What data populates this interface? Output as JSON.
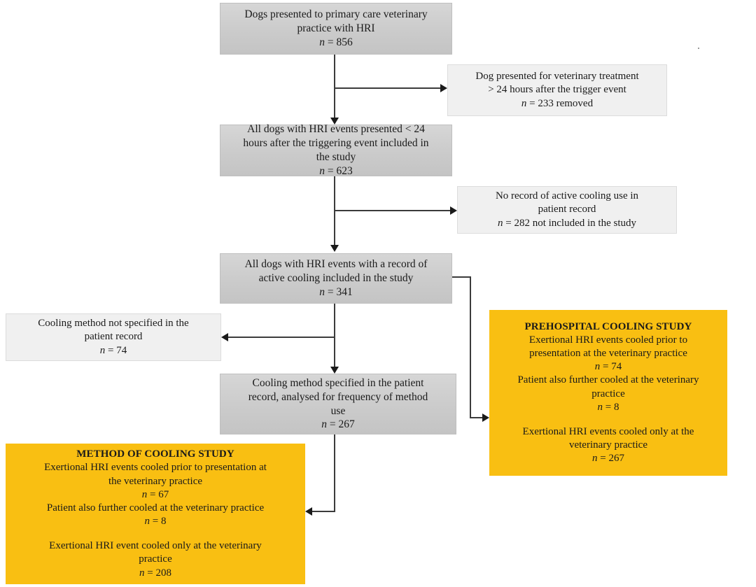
{
  "diagram": {
    "title": "HRI cooling study participant flow diagram",
    "colors": {
      "gray_box": "#cbcbcb",
      "light_box": "#f0f0f0",
      "orange_box": "#f9bf12",
      "connector": "#3b3b3b",
      "text": "#1a1a1a"
    },
    "nodes": {
      "n1": {
        "lines": [
          "Dogs presented to primary care veterinary",
          "practice with HRI"
        ],
        "count": "n = 856"
      },
      "n2": {
        "lines": [
          "Dog presented for veterinary treatment",
          "> 24 hours after the trigger event"
        ],
        "count": "n = 233 removed"
      },
      "n3": {
        "lines": [
          "All dogs with HRI events presented < 24",
          "hours after the triggering event included in",
          "the study"
        ],
        "count": "n = 623"
      },
      "n4": {
        "lines": [
          "No record of active cooling use in",
          "patient record"
        ],
        "count": "n = 282 not included in the study"
      },
      "n5": {
        "lines": [
          "All dogs with HRI events with a record of",
          "active cooling included in the study"
        ],
        "count": "n = 341"
      },
      "n6": {
        "lines": [
          "Cooling method not specified in the",
          "patient record"
        ],
        "count": "n = 74"
      },
      "n7": {
        "lines": [
          "Cooling method specified in the patient",
          "record, analysed for frequency of method",
          "use"
        ],
        "count": "n = 267"
      },
      "n8": {
        "header": "PREHOSPITAL COOLING STUDY",
        "block1_lines": [
          "Exertional HRI events cooled prior to",
          "presentation at the veterinary practice"
        ],
        "block1_count": "n = 74",
        "block2_lines": [
          "Patient also further cooled at the veterinary",
          "practice"
        ],
        "block2_count": "n = 8",
        "block3_lines": [
          "Exertional HRI events cooled only at the",
          "veterinary practice"
        ],
        "block3_count": "n = 267"
      },
      "n9": {
        "header": "METHOD OF COOLING STUDY",
        "block1_lines": [
          "Exertional HRI events cooled prior to presentation at",
          "the veterinary practice"
        ],
        "block1_count": "n = 67",
        "block2_lines": [
          "Patient also further cooled at the veterinary practice"
        ],
        "block2_count": "n = 8",
        "block3_lines": [
          "Exertional HRI event cooled only at the veterinary",
          "practice"
        ],
        "block3_count": "n = 208"
      }
    }
  }
}
